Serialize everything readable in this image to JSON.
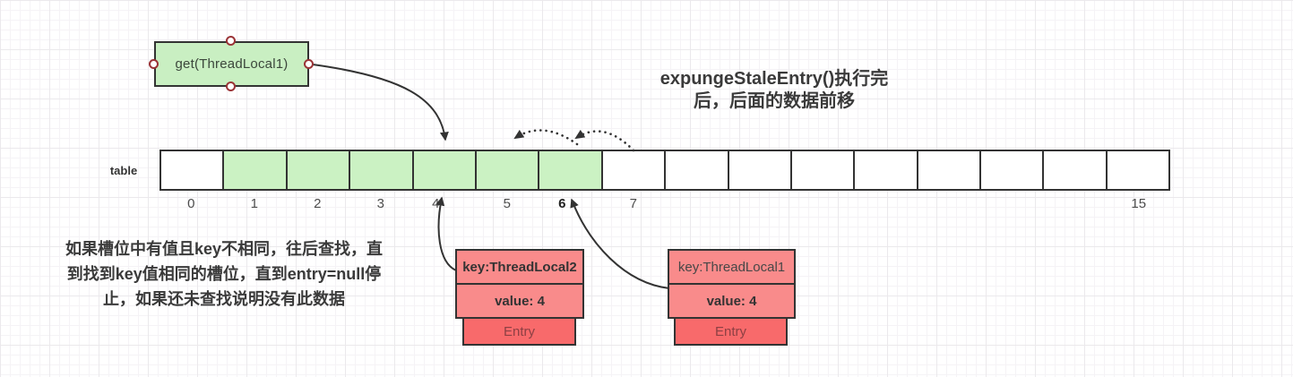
{
  "get_box": {
    "label": "get(ThreadLocal1)"
  },
  "heading": {
    "line1": "expungeStaleEntry()执行完",
    "line2": "后，后面的数据前移"
  },
  "note": {
    "line1": "如果槽位中有值且key不相同，往后查找，直",
    "line2": "到找到key值相同的槽位，直到entry=null停",
    "line3": "止，如果还未查找说明没有此数据"
  },
  "table": {
    "label": "table",
    "cells": [
      {
        "label": "0",
        "filled": false
      },
      {
        "label": "1",
        "filled": true
      },
      {
        "label": "2",
        "filled": true
      },
      {
        "label": "3",
        "filled": true
      },
      {
        "label": "4",
        "filled": true,
        "shifted": true
      },
      {
        "label": "5",
        "filled": true
      },
      {
        "label": "6",
        "filled": true,
        "bold": true,
        "shifted": true
      },
      {
        "label": "7",
        "filled": false
      },
      {
        "label": "",
        "filled": false
      },
      {
        "label": "",
        "filled": false
      },
      {
        "label": "",
        "filled": false
      },
      {
        "label": "",
        "filled": false
      },
      {
        "label": "",
        "filled": false
      },
      {
        "label": "",
        "filled": false
      },
      {
        "label": "",
        "filled": false
      },
      {
        "label": "15",
        "filled": false
      }
    ]
  },
  "entries": [
    {
      "key": "key:ThreadLocal2",
      "value": "value: 4",
      "tag": "Entry"
    },
    {
      "key": "key:ThreadLocal1",
      "value": "value: 4",
      "tag": "Entry"
    }
  ],
  "colors": {
    "cell_green": "#cbf2c3",
    "box_green": "#c9efc2",
    "entry_pink": "#f98b8b",
    "entry_red": "#f86a6b",
    "entry_text": "#8d4044",
    "stroke": "#333333",
    "handle_ring": "#9a3336",
    "grid_light": "#f5f3f6",
    "grid_strong": "#ebe9ec"
  }
}
